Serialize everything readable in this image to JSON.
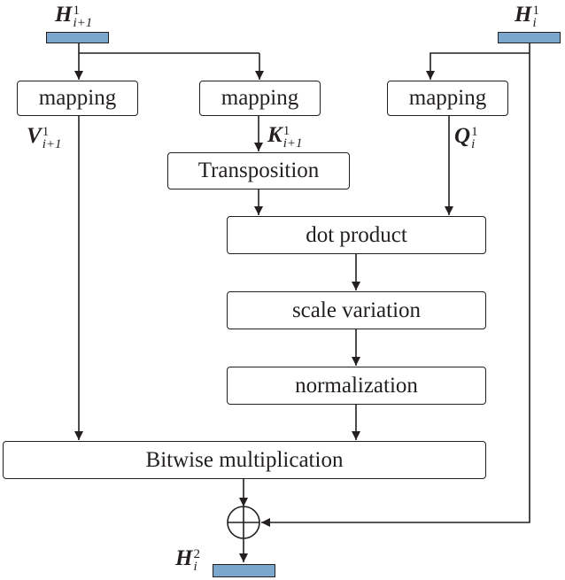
{
  "inputs": {
    "h_next": {
      "symbol": "H",
      "superscript": "1",
      "subscript": "i+1"
    },
    "h_curr": {
      "symbol": "H",
      "superscript": "1",
      "subscript": "i"
    }
  },
  "projections": {
    "v": {
      "symbol": "V",
      "superscript": "1",
      "subscript": "i+1"
    },
    "k": {
      "symbol": "K",
      "superscript": "1",
      "subscript": "i+1"
    },
    "q": {
      "symbol": "Q",
      "superscript": "1",
      "subscript": "i"
    }
  },
  "output": {
    "symbol": "H",
    "superscript": "2",
    "subscript": "i"
  },
  "boxes": {
    "mapping_v": "mapping",
    "mapping_k": "mapping",
    "mapping_q": "mapping",
    "transposition": "Transposition",
    "dot_product": "dot product",
    "scale_variation": "scale variation",
    "normalization": "normalization",
    "bitwise_multiplication": "Bitwise multiplication"
  },
  "colors": {
    "tensor_fill": "#7ca7cc",
    "stroke": "#231f20"
  }
}
